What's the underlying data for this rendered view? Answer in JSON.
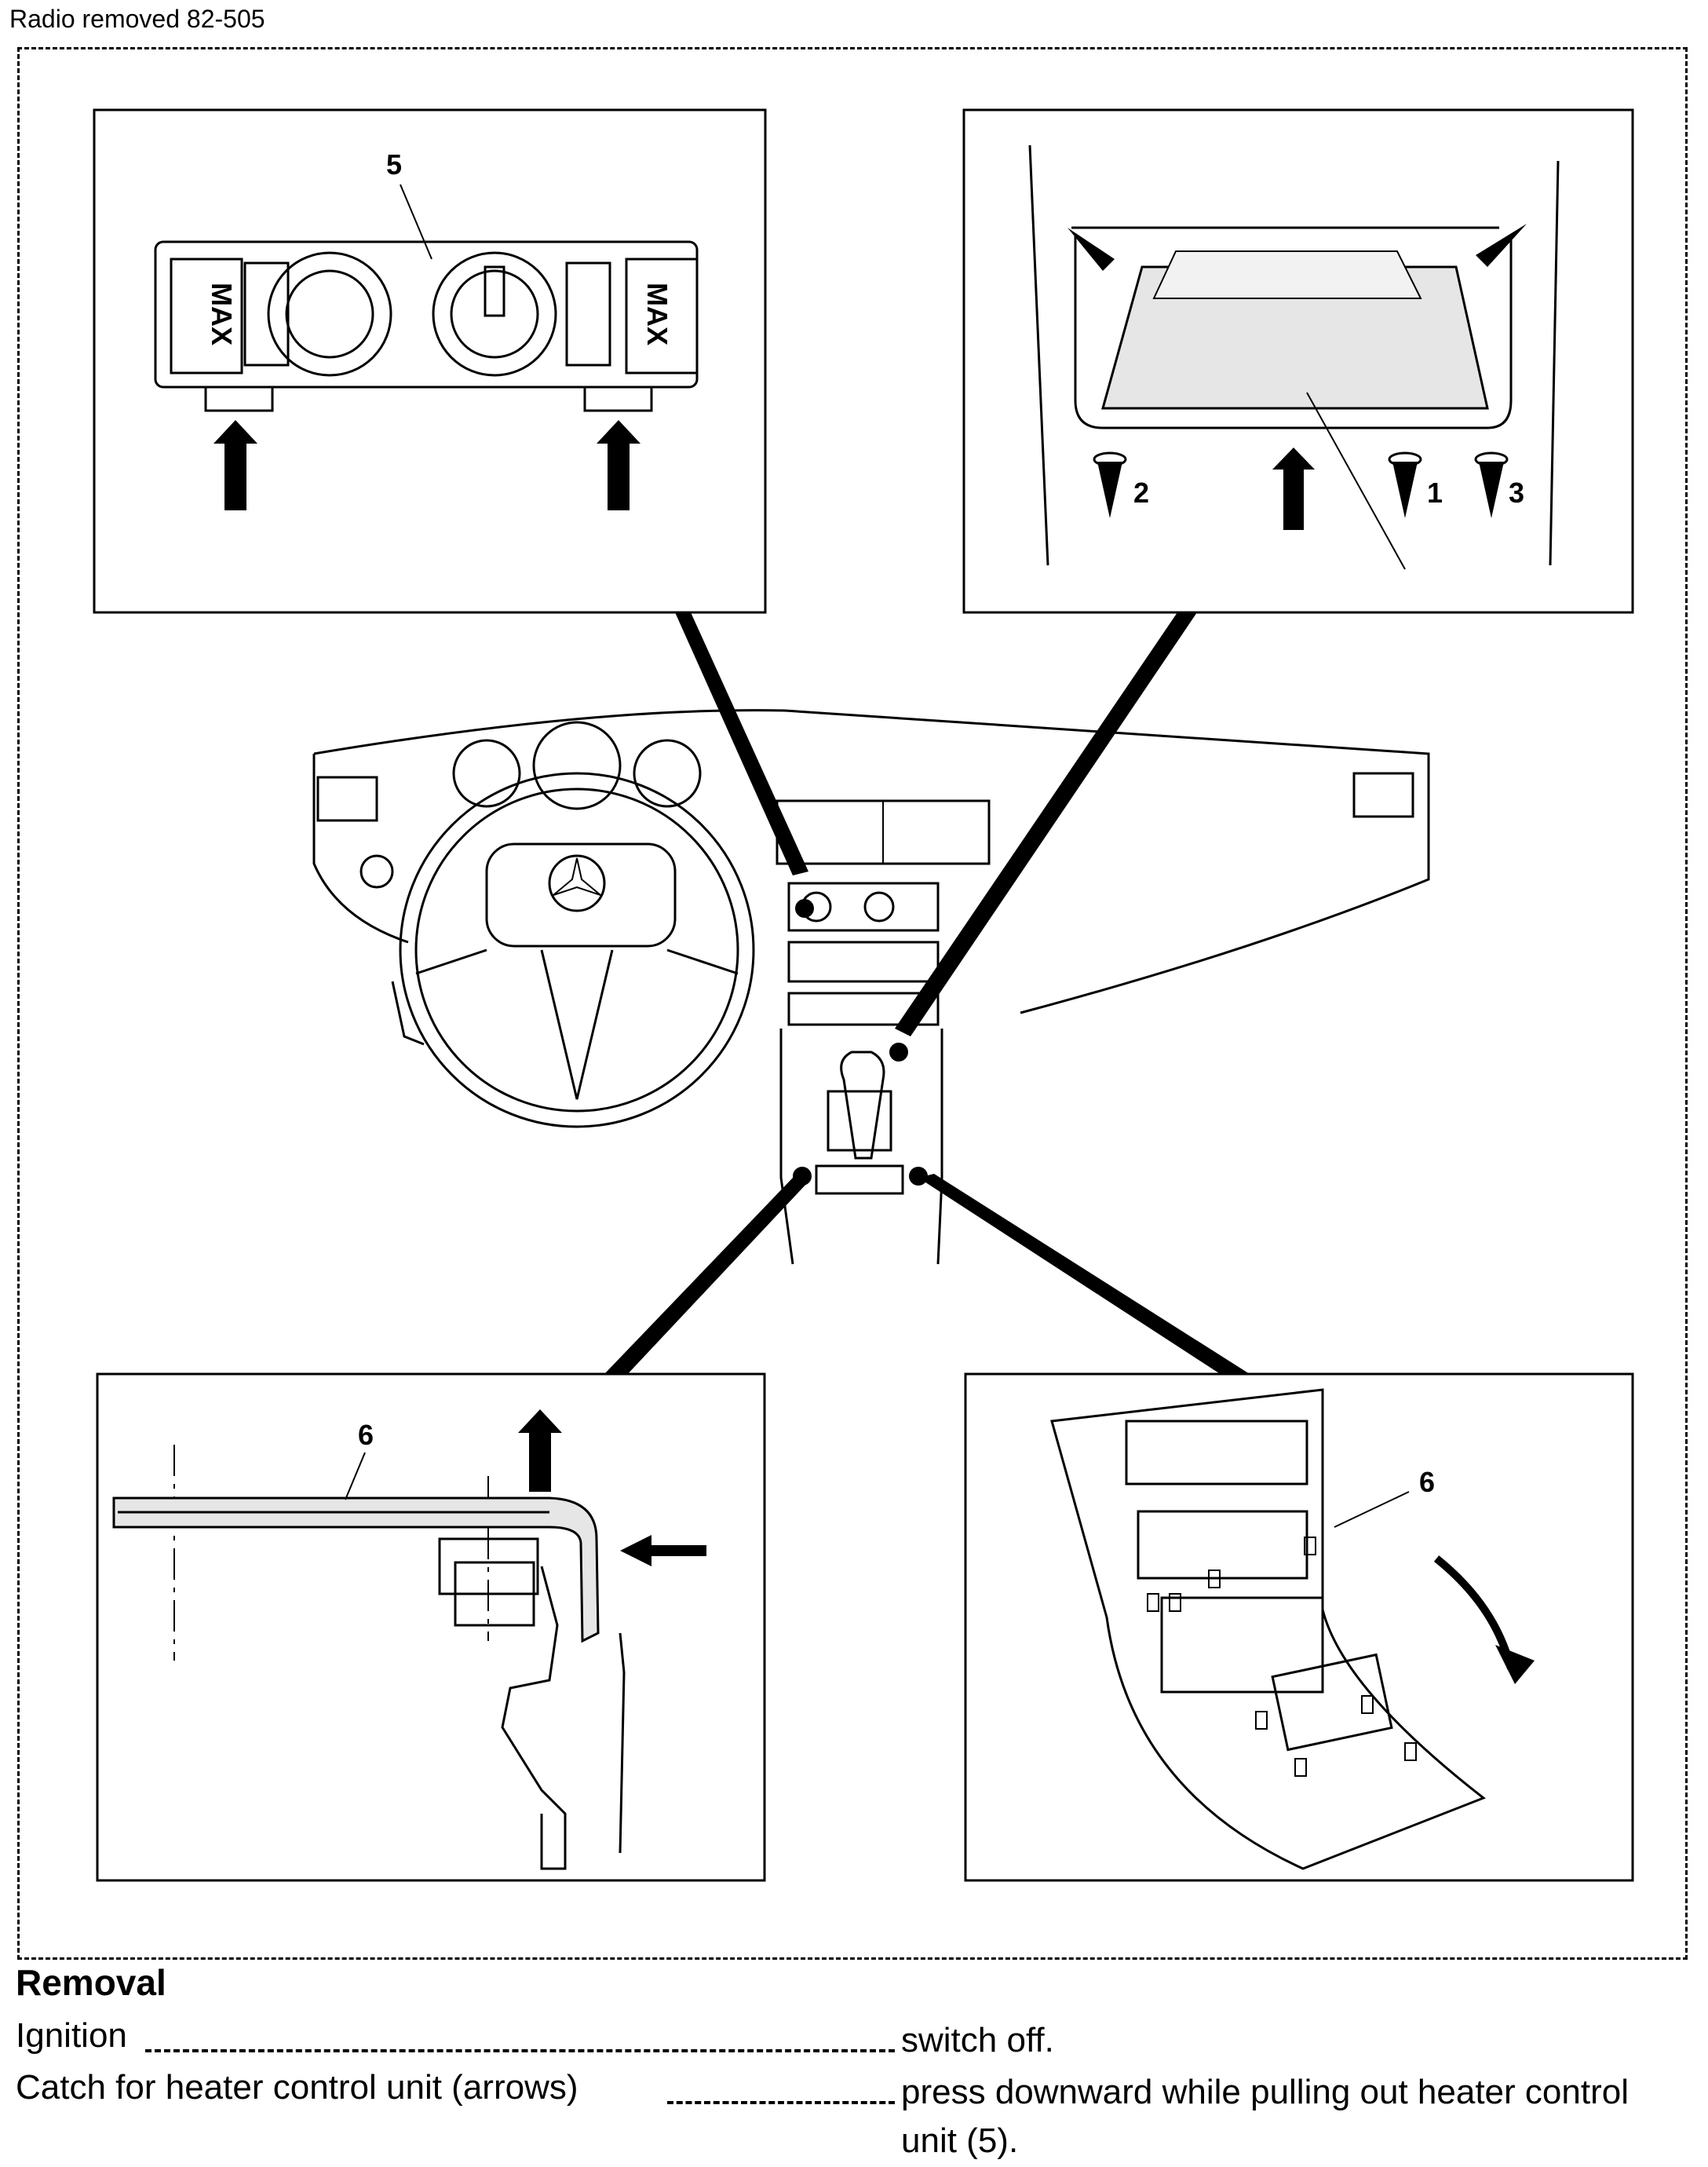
{
  "header": {
    "note": "Radio removed 82-505"
  },
  "figure": {
    "callouts": {
      "heater_unit": "5",
      "screw_1": "1",
      "screw_2": "2",
      "screw_3": "3",
      "trim_section": "6",
      "trim_panel": "6"
    },
    "labels": {
      "max_left": "MAX",
      "max_right": "MAX"
    }
  },
  "procedure": {
    "heading": "Removal",
    "steps": [
      {
        "label": "Ignition",
        "action": "switch off."
      },
      {
        "label": "Catch for heater control unit (arrows)",
        "action": "press downward while pulling out heater control unit (5)."
      }
    ]
  }
}
